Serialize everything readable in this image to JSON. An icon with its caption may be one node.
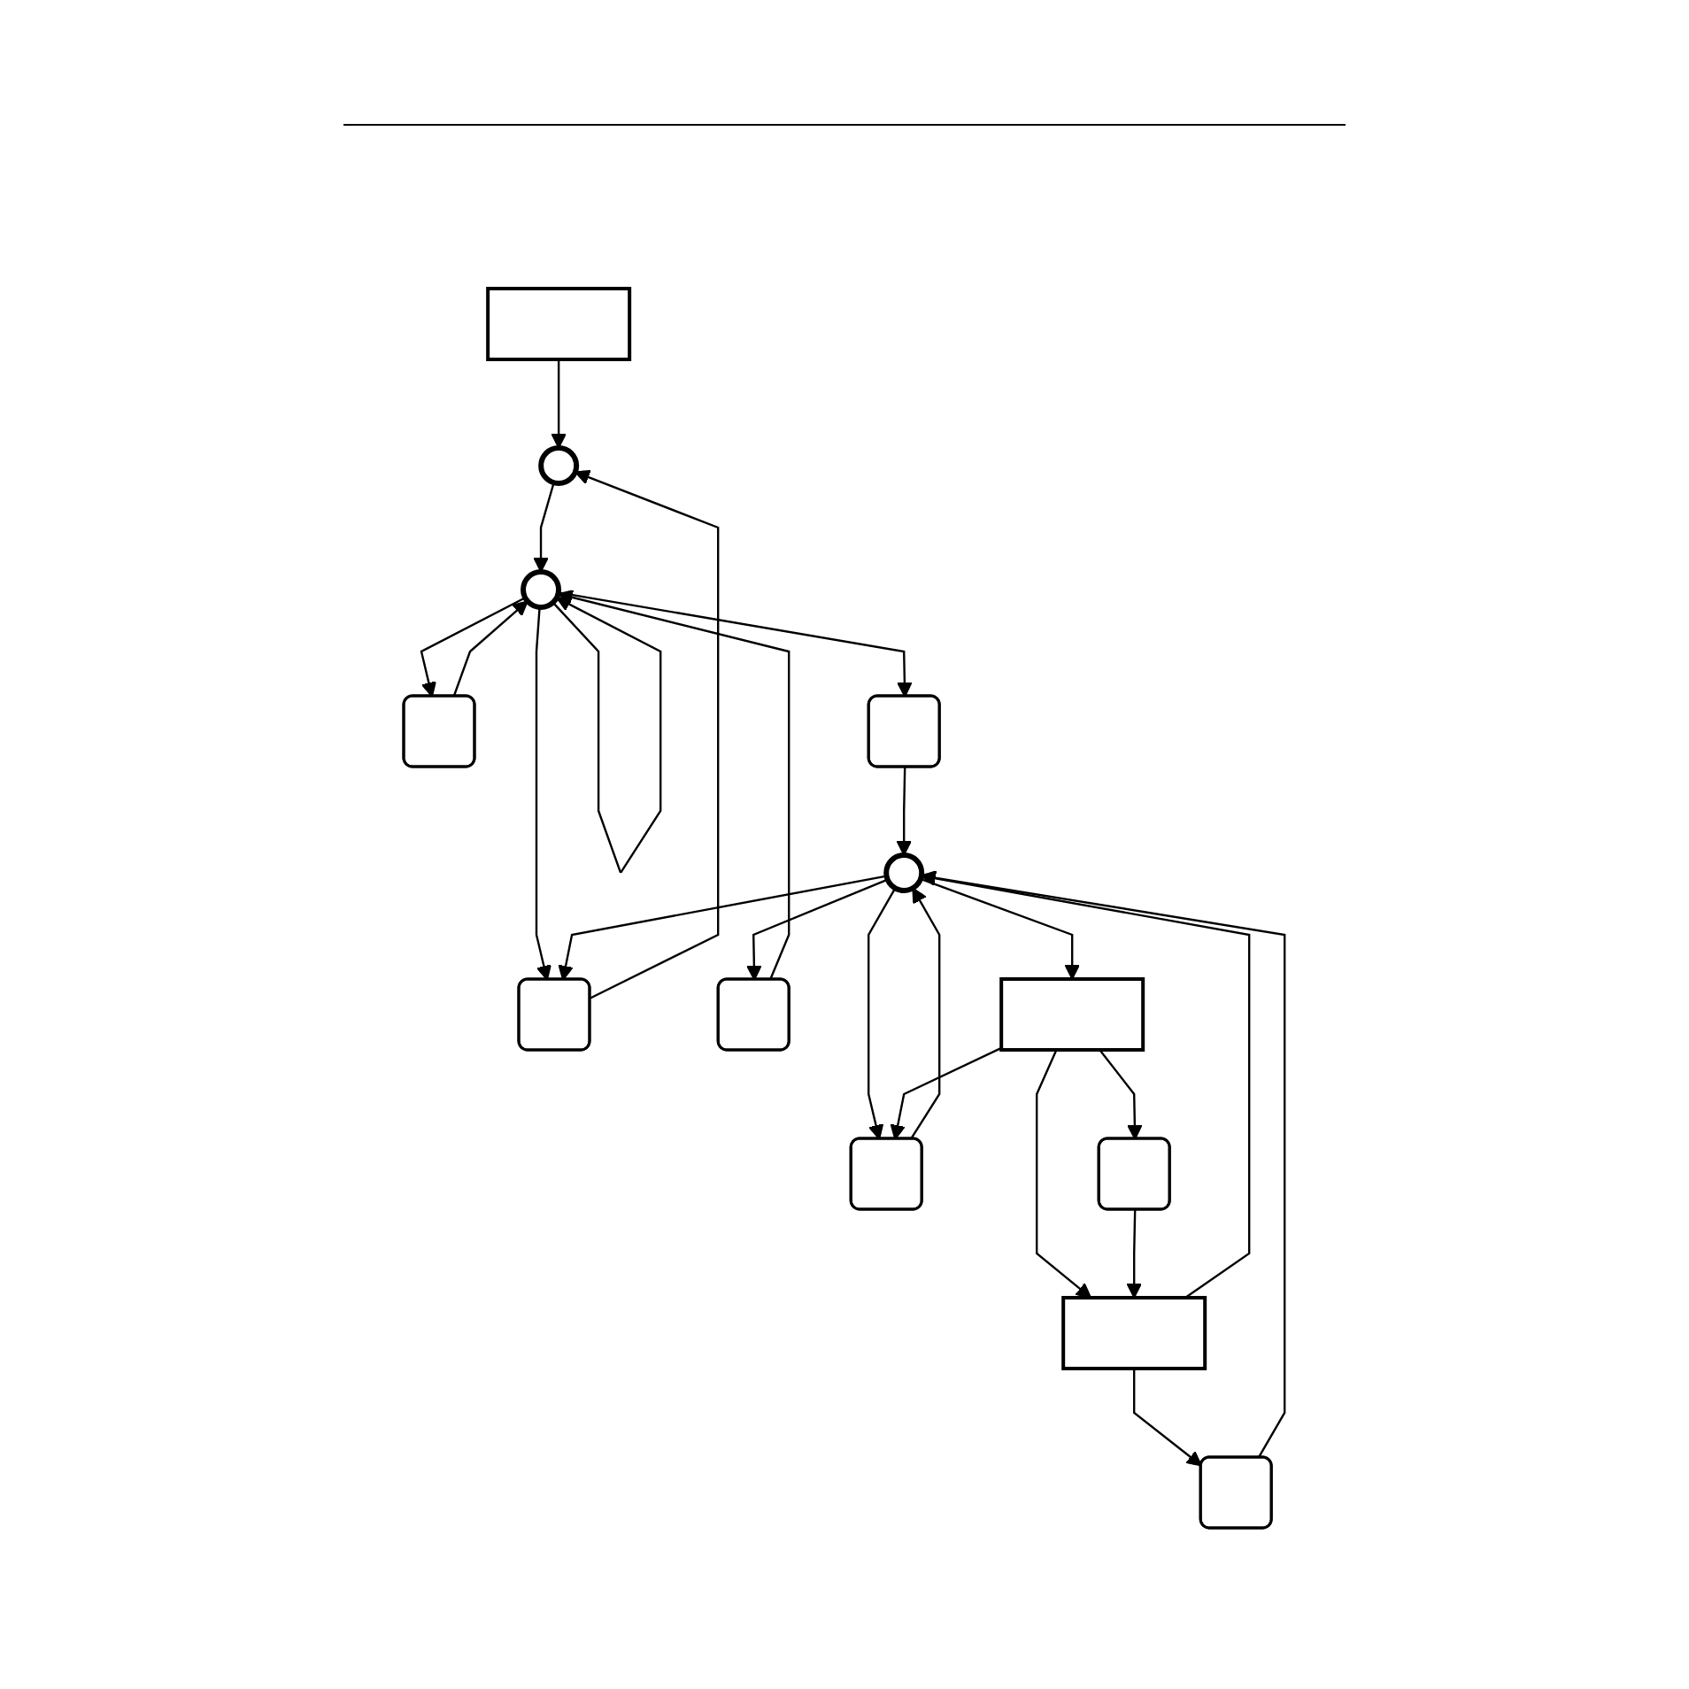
{
  "diagram": {
    "nodes": [
      {
        "text": [],
        "shape": "circle"
      },
      {
        "text": [],
        "shape": "box"
      },
      {
        "text": [],
        "shape": "rounded-box"
      },
      {
        "text": [],
        "shape": "circle"
      },
      {
        "text": [],
        "shape": "rounded-box"
      },
      {
        "text": [],
        "shape": "rounded-box"
      },
      {
        "text": [],
        "shape": "rounded-box"
      },
      {
        "text": [],
        "shape": "circle"
      },
      {
        "text": [],
        "shape": "rounded-box"
      },
      {
        "text": [],
        "shape": "rounded-box"
      },
      {
        "text": [],
        "shape": "box"
      },
      {
        "text": [],
        "shape": "rounded-box"
      },
      {
        "text": [],
        "shape": "box"
      }
    ],
    "edges": [
      {
        "from": 1,
        "to": 0,
        "arrow": "to"
      },
      {
        "from": 2,
        "to": 0,
        "arrow": "to"
      },
      {
        "from": 0,
        "to": 3,
        "arrow": "to"
      },
      {
        "from": 3,
        "to": 3,
        "arrow": "to"
      },
      {
        "from": 3,
        "to": 4,
        "arrow": "to"
      },
      {
        "from": 4,
        "to": 3,
        "arrow": "to"
      },
      {
        "from": 5,
        "to": 3,
        "arrow": "to"
      },
      {
        "from": 3,
        "to": 2,
        "arrow": "to"
      },
      {
        "from": 3,
        "to": 6,
        "arrow": "to"
      },
      {
        "from": 7,
        "to": 2,
        "arrow": "to"
      },
      {
        "from": 7,
        "to": 5,
        "arrow": "to"
      },
      {
        "from": 6,
        "to": 7,
        "arrow": "to"
      },
      {
        "from": 9,
        "to": 7,
        "arrow": "to"
      },
      {
        "from": 8,
        "to": 7,
        "arrow": "to"
      },
      {
        "from": 12,
        "to": 7,
        "arrow": "to"
      },
      {
        "from": 7,
        "to": 10,
        "arrow": "to"
      },
      {
        "from": 7,
        "to": 8,
        "arrow": "to"
      },
      {
        "from": 10,
        "to": 8,
        "arrow": "to"
      },
      {
        "from": 10,
        "to": 12,
        "arrow": "to"
      },
      {
        "from": 10,
        "to": 11,
        "arrow": "to"
      },
      {
        "from": 11,
        "to": 12,
        "arrow": "to"
      },
      {
        "from": 12,
        "to": 9,
        "arrow": "to"
      }
    ]
  }
}
